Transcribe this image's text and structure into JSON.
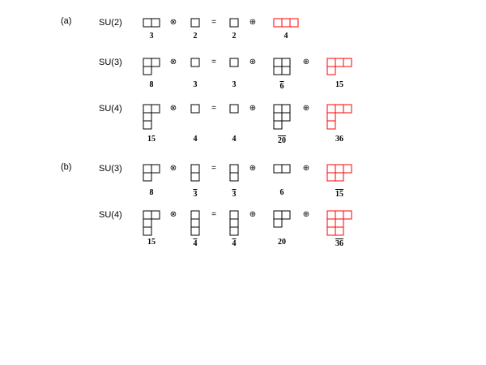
{
  "section_labels": {
    "a": "(a)",
    "b": "(b)"
  },
  "symbols": {
    "tensor": "⊗",
    "equals": "=",
    "plus": "⊕"
  },
  "colors": {
    "default": "#000000",
    "highlight": "#ff0000"
  },
  "rows": [
    {
      "group": "SU(2)",
      "items": [
        {
          "rows": [
            2
          ],
          "dim": "3",
          "bar": false,
          "color": "#000000"
        },
        {
          "rows": [
            1
          ],
          "dim": "2",
          "bar": false,
          "color": "#000000"
        },
        {
          "rows": [
            1
          ],
          "dim": "2",
          "bar": false,
          "color": "#000000"
        },
        {
          "rows": [
            3
          ],
          "dim": "4",
          "bar": false,
          "color": "#ff0000"
        }
      ]
    },
    {
      "group": "SU(3)",
      "items": [
        {
          "rows": [
            2,
            1
          ],
          "dim": "8",
          "bar": false,
          "color": "#000000"
        },
        {
          "rows": [
            1
          ],
          "dim": "3",
          "bar": false,
          "color": "#000000"
        },
        {
          "rows": [
            1
          ],
          "dim": "3",
          "bar": false,
          "color": "#000000"
        },
        {
          "rows": [
            2,
            2
          ],
          "dim": "6",
          "bar": true,
          "color": "#000000"
        },
        {
          "rows": [
            3,
            1
          ],
          "dim": "15",
          "bar": false,
          "color": "#ff0000"
        }
      ]
    },
    {
      "group": "SU(4)",
      "items": [
        {
          "rows": [
            2,
            1,
            1
          ],
          "dim": "15",
          "bar": false,
          "color": "#000000"
        },
        {
          "rows": [
            1
          ],
          "dim": "4",
          "bar": false,
          "color": "#000000"
        },
        {
          "rows": [
            1
          ],
          "dim": "4",
          "bar": false,
          "color": "#000000"
        },
        {
          "rows": [
            2,
            2,
            1
          ],
          "dim": "20",
          "bar": true,
          "color": "#000000"
        },
        {
          "rows": [
            3,
            1,
            1
          ],
          "dim": "36",
          "bar": false,
          "color": "#ff0000"
        }
      ]
    },
    {
      "group": "SU(3)",
      "items": [
        {
          "rows": [
            2,
            1
          ],
          "dim": "8",
          "bar": false,
          "color": "#000000"
        },
        {
          "rows": [
            1,
            1
          ],
          "dim": "3",
          "bar": true,
          "color": "#000000"
        },
        {
          "rows": [
            1,
            1
          ],
          "dim": "3",
          "bar": true,
          "color": "#000000"
        },
        {
          "rows": [
            2
          ],
          "dim": "6",
          "bar": false,
          "color": "#000000"
        },
        {
          "rows": [
            3,
            2
          ],
          "dim": "15",
          "bar": true,
          "color": "#ff0000"
        }
      ]
    },
    {
      "group": "SU(4)",
      "items": [
        {
          "rows": [
            2,
            1,
            1
          ],
          "dim": "15",
          "bar": false,
          "color": "#000000"
        },
        {
          "rows": [
            1,
            1,
            1
          ],
          "dim": "4",
          "bar": true,
          "color": "#000000"
        },
        {
          "rows": [
            1,
            1,
            1
          ],
          "dim": "4",
          "bar": true,
          "color": "#000000"
        },
        {
          "rows": [
            2,
            1
          ],
          "dim": "20",
          "bar": false,
          "color": "#000000"
        },
        {
          "rows": [
            3,
            2,
            2
          ],
          "dim": "36",
          "bar": true,
          "color": "#ff0000"
        }
      ]
    }
  ]
}
